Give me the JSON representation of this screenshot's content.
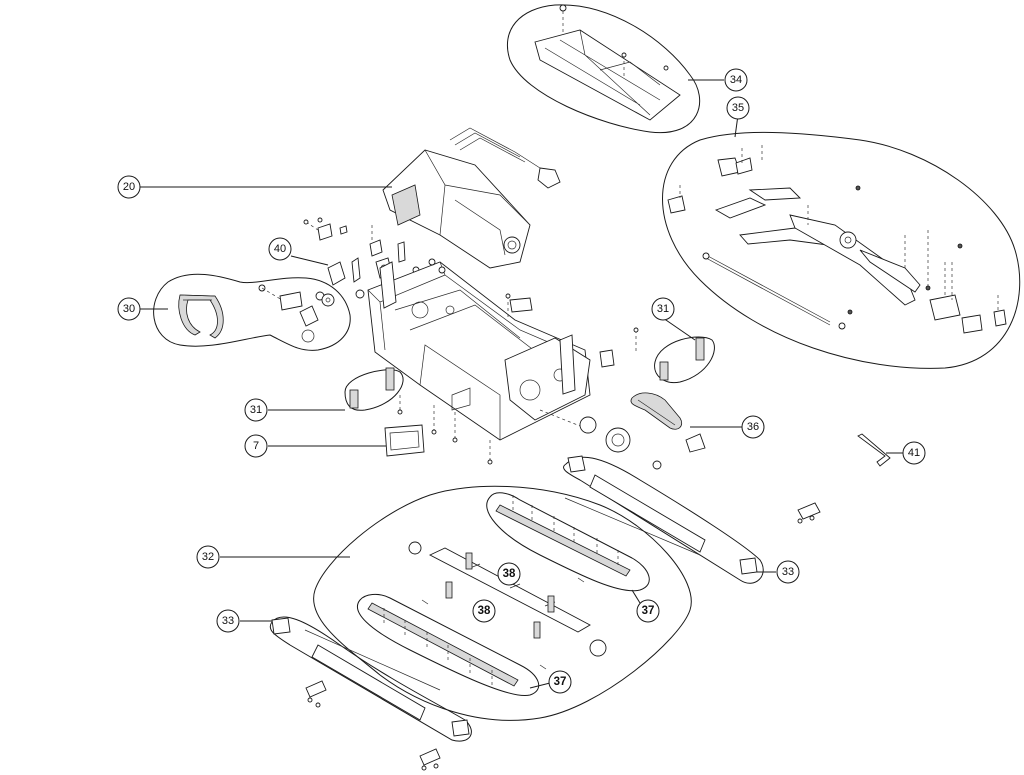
{
  "callouts": {
    "c34": "34",
    "c35": "35",
    "c20": "20",
    "c40": "40",
    "c30": "30",
    "c31a": "31",
    "c31b": "31",
    "c7": "7",
    "c36": "36",
    "c41": "41",
    "c32": "32",
    "c33a": "33",
    "c33b": "33",
    "c38a": "38",
    "c38b": "38",
    "c37a": "37",
    "c37b": "37"
  }
}
